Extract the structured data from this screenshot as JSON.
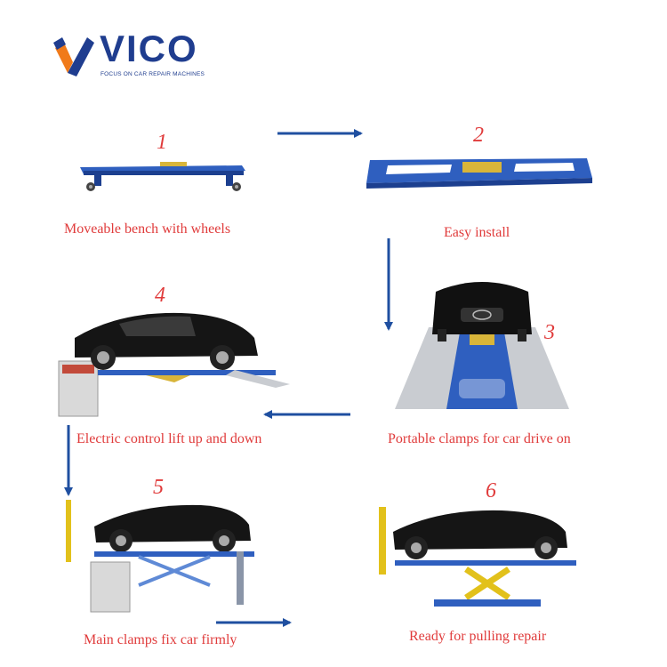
{
  "brand": {
    "name": "VICO",
    "tagline": "FOCUS ON CAR REPAIR MACHINES",
    "colors": {
      "primary": "#1f3d8f",
      "accent": "#f07a1a",
      "label_red": "#e03b3b",
      "arrow_blue": "#1f4fa0"
    }
  },
  "steps": [
    {
      "number": "1",
      "caption": "Moveable bench with wheels"
    },
    {
      "number": "2",
      "caption": "Easy install"
    },
    {
      "number": "3",
      "caption": "Portable clamps for car drive on"
    },
    {
      "number": "4",
      "caption": "Electric control lift up and down"
    },
    {
      "number": "5",
      "caption": "Main clamps fix car firmly"
    },
    {
      "number": "6",
      "caption": "Ready for pulling repair"
    }
  ],
  "icons": {
    "logo": "vico-logo-icon",
    "arrow": "arrow-icon"
  }
}
